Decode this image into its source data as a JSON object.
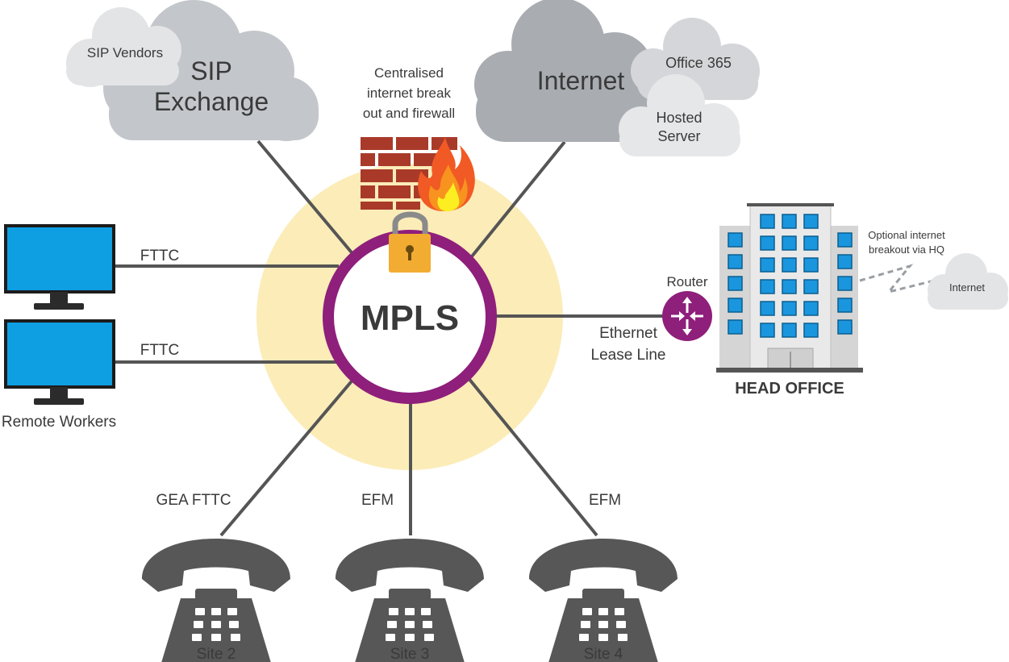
{
  "labels": {
    "mpls": "MPLS",
    "sip_vendors": "SIP Vendors",
    "sip_exchange_line1": "SIP",
    "sip_exchange_line2": "Exchange",
    "internet_main": "Internet",
    "office365": "Office 365",
    "hosted_line1": "Hosted",
    "hosted_line2": "Server",
    "firewall_line1": "Centralised",
    "firewall_line2": "internet break",
    "firewall_line3": "out and firewall",
    "fttc_top": "FTTC",
    "fttc_bottom": "FTTC",
    "remote_workers": "Remote Workers",
    "router": "Router",
    "ethernet_line1": "Ethernet",
    "ethernet_line2": "Lease Line",
    "head_office": "HEAD OFFICE",
    "optional_line1": "Optional internet",
    "optional_line2": "breakout via HQ",
    "internet_small": "Internet",
    "gea_fttc": "GEA FTTC",
    "efm_site3": "EFM",
    "efm_site4": "EFM",
    "site2": "Site 2",
    "site3": "Site 3",
    "site4": "Site 4"
  },
  "colors": {
    "halo": "#fcecb8",
    "ring": "#8e1f7b",
    "cloud_dark": "#a9adb2",
    "cloud_light": "#d7d9dc",
    "cloud_lighter": "#e6e7e9",
    "monitor": "#0e9fe3",
    "phone": "#575757",
    "brick": "#a93a2a",
    "lock": "#f2ac32",
    "building_window": "#1a96de",
    "router": "#8e1f7b"
  },
  "icons": {
    "clouds": "cloud-icon",
    "firewall": "firewall-icon",
    "lock": "padlock-icon",
    "computers": "desktop-monitor-icon",
    "phones": "desk-phone-icon",
    "router": "router-icon",
    "building": "office-building-icon"
  }
}
